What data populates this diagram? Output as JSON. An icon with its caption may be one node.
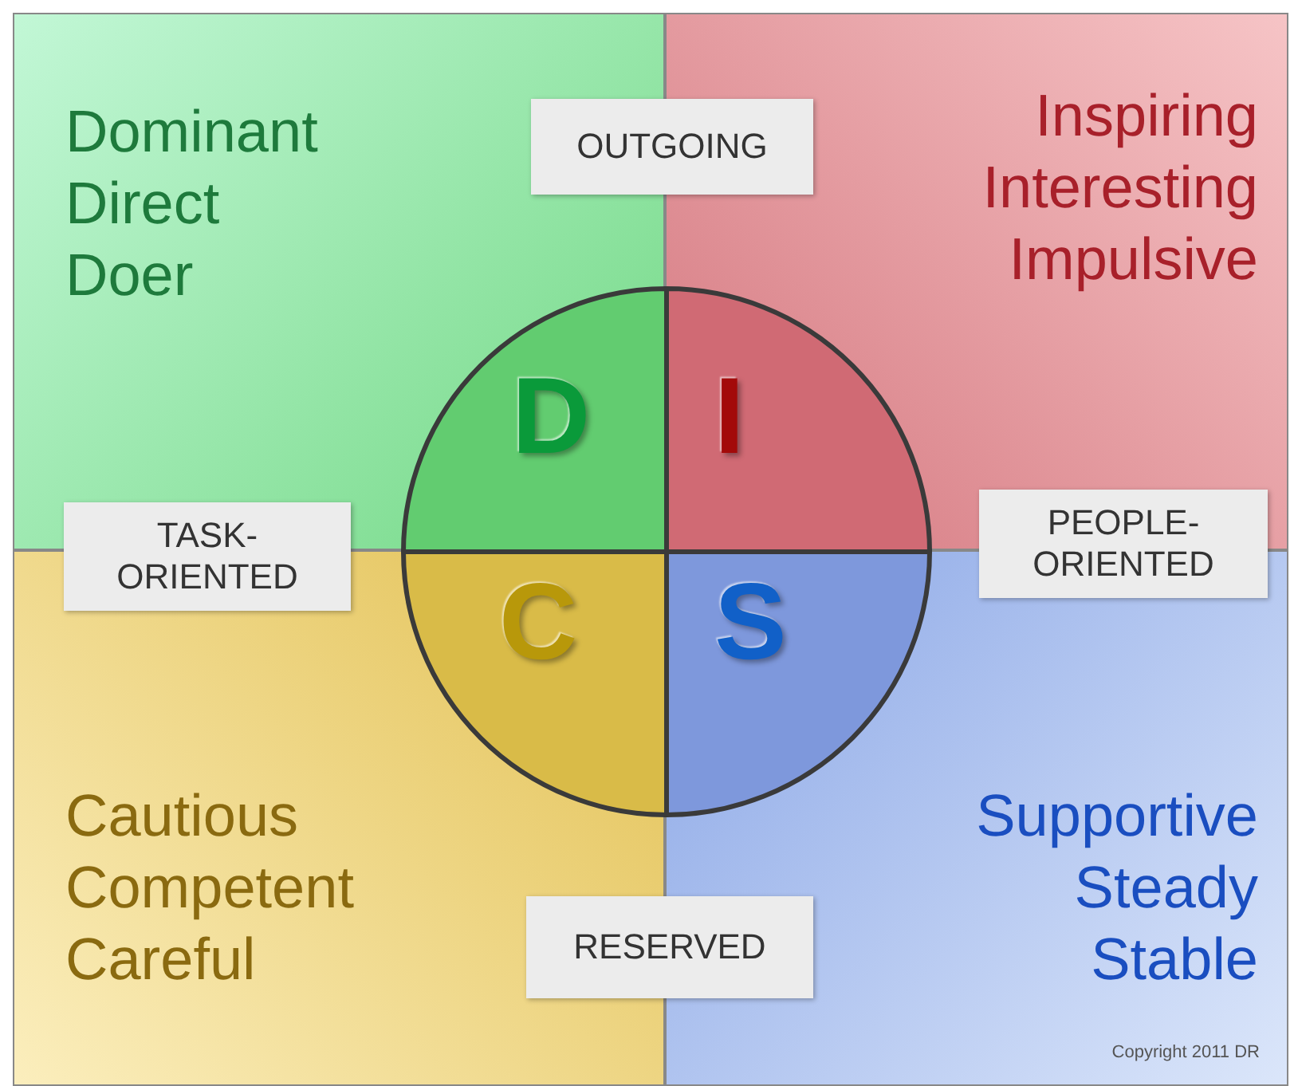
{
  "diagram": {
    "nodes": [
      {
        "text": [
          "Dominant",
          "Direct",
          "Doer"
        ]
      },
      {
        "text": [
          "D"
        ],
        "in": 0
      },
      {
        "text": [
          "OUTGOING"
        ]
      },
      {
        "text": [
          "Inspiring",
          "Interesting",
          "Impulsive"
        ]
      },
      {
        "text": [
          "I"
        ],
        "in": 3
      },
      {
        "text": [
          "TASK-ORIENTED"
        ]
      },
      {
        "text": [
          "PEOPLE-ORIENTED"
        ]
      },
      {
        "text": [
          "Cautious",
          "Competent",
          "Careful"
        ]
      },
      {
        "text": [
          "C"
        ],
        "in": 7
      },
      {
        "text": [
          "Supportive",
          "Steady",
          "Stable"
        ]
      },
      {
        "text": [
          "S"
        ],
        "in": 9
      },
      {
        "text": [
          "RESERVED"
        ]
      }
    ],
    "edges": [],
    "labels": [
      "Copyright 2011 DR"
    ]
  }
}
